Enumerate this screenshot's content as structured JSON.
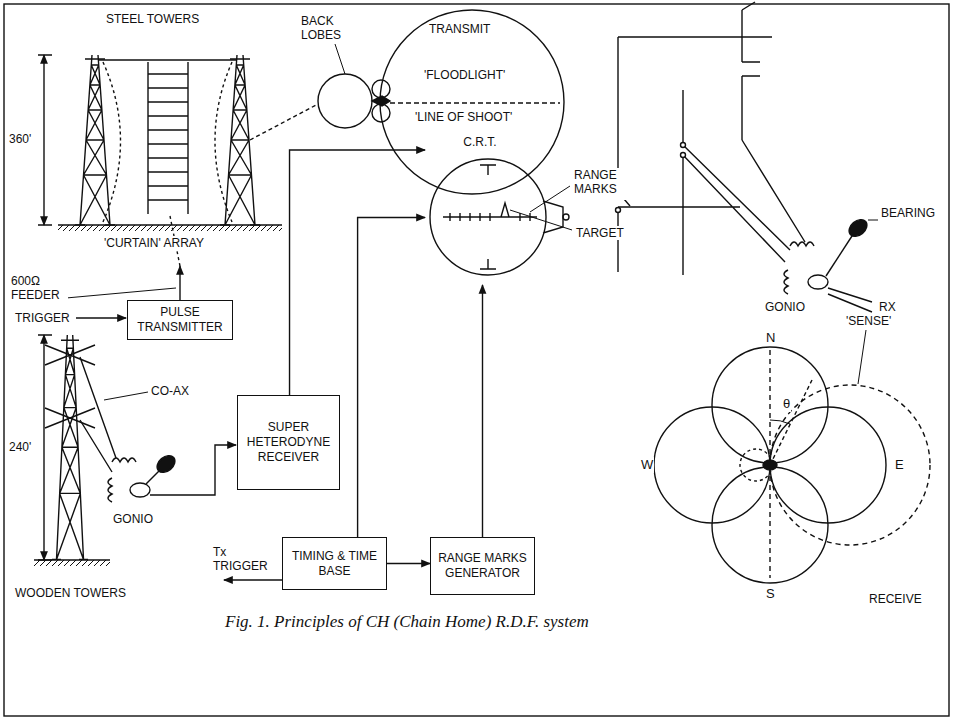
{
  "diagram": {
    "caption": "Fig. 1. Principles of CH (Chain Home) R.D.F. system",
    "nodes": [
      {
        "text": [
          "PULSE TRANSMITTER"
        ]
      },
      {
        "text": [
          "SUPER HETERODYNE RECEIVER"
        ]
      },
      {
        "text": [
          "C.R.T."
        ]
      },
      {
        "text": [
          "TIMING & TIME BASE"
        ]
      },
      {
        "text": [
          "RANGE MARKS GENERATOR"
        ]
      }
    ],
    "edges": [
      {
        "from": 1,
        "to": 2,
        "arrow": "to"
      },
      {
        "from": 3,
        "to": 2,
        "arrow": "to"
      },
      {
        "from": 4,
        "to": 2,
        "arrow": "to"
      },
      {
        "from": 3,
        "to": 4,
        "arrow": "to"
      }
    ],
    "labels": [
      "STEEL TOWERS",
      "360'",
      "'CURTAIN' ARRAY",
      "600Ω FEEDER",
      "TRIGGER",
      "TRANSMIT",
      "BACK LOBES",
      "'FLOODLIGHT'",
      "'LINE OF SHOOT'",
      "'SENSE'",
      "BEARING",
      "GONIO",
      "RX",
      "RANGE MARKS",
      "TARGET",
      "CO-AX",
      "240'",
      "GONIO",
      "WOODEN TOWERS",
      "Tx TRIGGER",
      "N",
      "θ",
      "W",
      "E",
      "S",
      "'SENSE'",
      "RECEIVE"
    ]
  }
}
